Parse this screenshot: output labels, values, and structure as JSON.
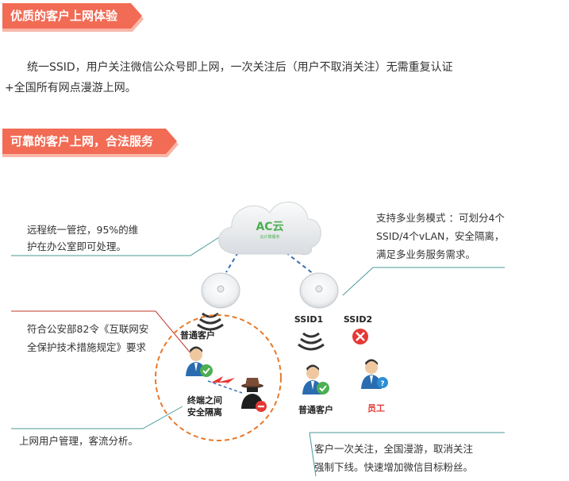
{
  "section1": {
    "title": "优质的客户上网体验",
    "paragraph_line1": "统一SSID，用户关注微信公众号即上网，一次关注后（用户不取消关注）无需重复认证",
    "paragraph_line2": "+全国所有网点漫游上网。"
  },
  "section2": {
    "title": "可靠的客户上网，合法服务"
  },
  "diagram": {
    "cloud_label": "AC云",
    "cloud_sublabel": "云计算服务",
    "callout_top_left": [
      "远程统一管控，95%的维",
      "护在办公室即可处理。"
    ],
    "callout_top_right": [
      "支持多业务模式 ：可划分4个",
      "SSID/4个vLAN，安全隔离，",
      "满足多业务服务需求。"
    ],
    "callout_mid_left": [
      "符合公安部82令《互联网安",
      "全保护技术措施规定》要求"
    ],
    "callout_bottom_left": "上网用户管理，客流分析。",
    "callout_bottom_right": [
      "客户一次关注，全国漫游，取消关注",
      "强制下线。快速增加微信目标粉丝。"
    ],
    "ssid1": "SSID1",
    "ssid2": "SSID2",
    "user_left_label": "普通客户",
    "isolation_label": [
      "终端之间",
      "安全隔离"
    ],
    "user_right_label": "普通客户",
    "staff_label": "员工",
    "colors": {
      "banner": "#f26b55",
      "accent_orange": "#e8792b",
      "teal_line": "#4a9a97",
      "red_line": "#c0392b",
      "check_green": "#4caf50",
      "deny_red": "#e53935",
      "user_blue": "#2b6cb0"
    },
    "icons": [
      "cloud-icon",
      "access-point-icon",
      "wifi-signal-icon",
      "user-icon",
      "check-icon",
      "hacker-icon",
      "deny-icon",
      "lightning-icon",
      "close-icon",
      "question-icon"
    ]
  }
}
